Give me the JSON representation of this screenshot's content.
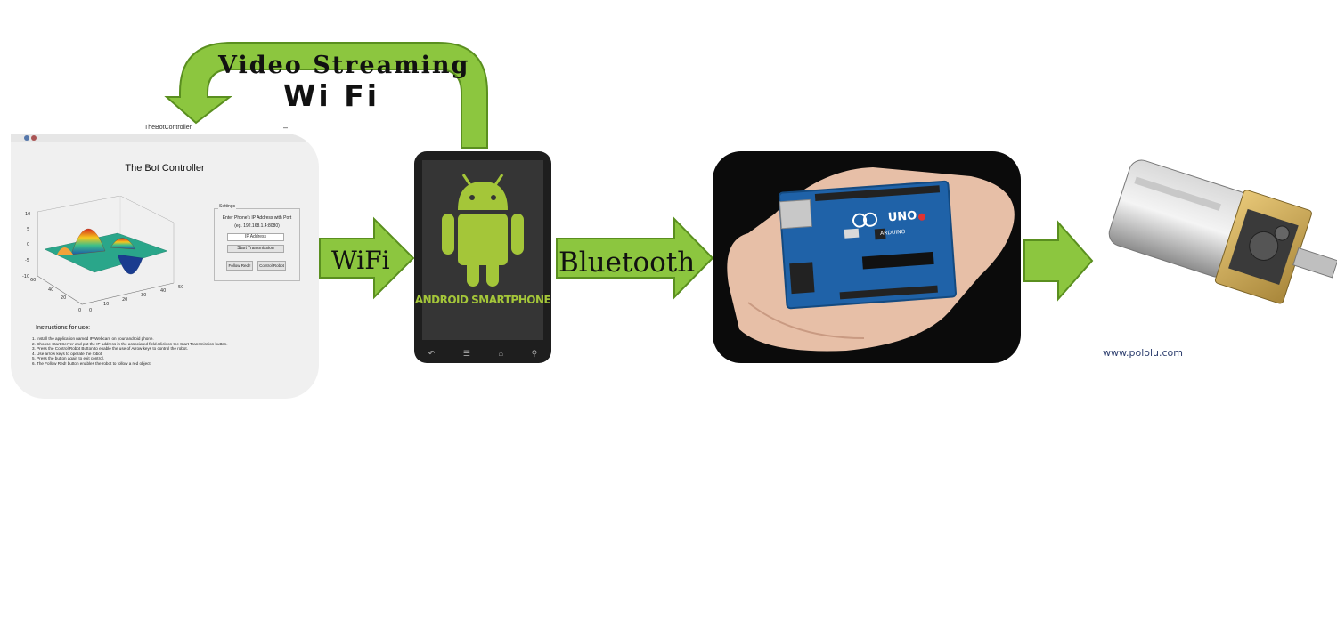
{
  "labels": {
    "video_streaming": "Video Streaming",
    "wifi_top": "Wi Fi",
    "wifi_mid": "WiFi",
    "bluetooth": "Bluetooth"
  },
  "bot_controller": {
    "window_title": "TheBotController",
    "minimize": "–",
    "heading": "The Bot Controller",
    "plot_z_ticks": [
      "10",
      "5",
      "0",
      "-5",
      "-10"
    ],
    "plot_x_ticks": [
      "0",
      "10",
      "20",
      "30",
      "40",
      "50"
    ],
    "plot_y_ticks": [
      "0",
      "20",
      "40",
      "60"
    ],
    "settings": {
      "legend": "Settings",
      "prompt": "Enter Phone's IP Address with Port",
      "example": "(eg. 192.168.1.4:8080)",
      "ip_placeholder": "IP Address",
      "start_button": "Start Transmission",
      "follow_button": "Follow Red !",
      "control_button": "Control Robot"
    },
    "instructions_heading": "Instructions for use:",
    "instructions": [
      "1. Install the application named IP Webcam on your android phone.",
      "2. Choose Start Server and put the IP address in the associated field.Click on the Start Transmission button.",
      "3. Press the Control Robot Button to enable the use of Arrow keys to control the robot.",
      "4. Use arrow keys to operate the robot.",
      "5. Press the button again to exit control.",
      "6. The Follow Red! button enables the robot to follow a red object."
    ]
  },
  "phone": {
    "label": "ANDROID SMARTPHONE",
    "nav_icons": [
      "back-icon",
      "menu-icon",
      "home-icon",
      "search-icon"
    ]
  },
  "arduino": {
    "board_text": "UNO",
    "brand_text": "ARDUINO"
  },
  "motor": {
    "caption": "www.pololu.com"
  },
  "colors": {
    "arrow_fill": "#8cc63f",
    "arrow_stroke": "#5a8f1f",
    "android_green": "#a4c639"
  }
}
